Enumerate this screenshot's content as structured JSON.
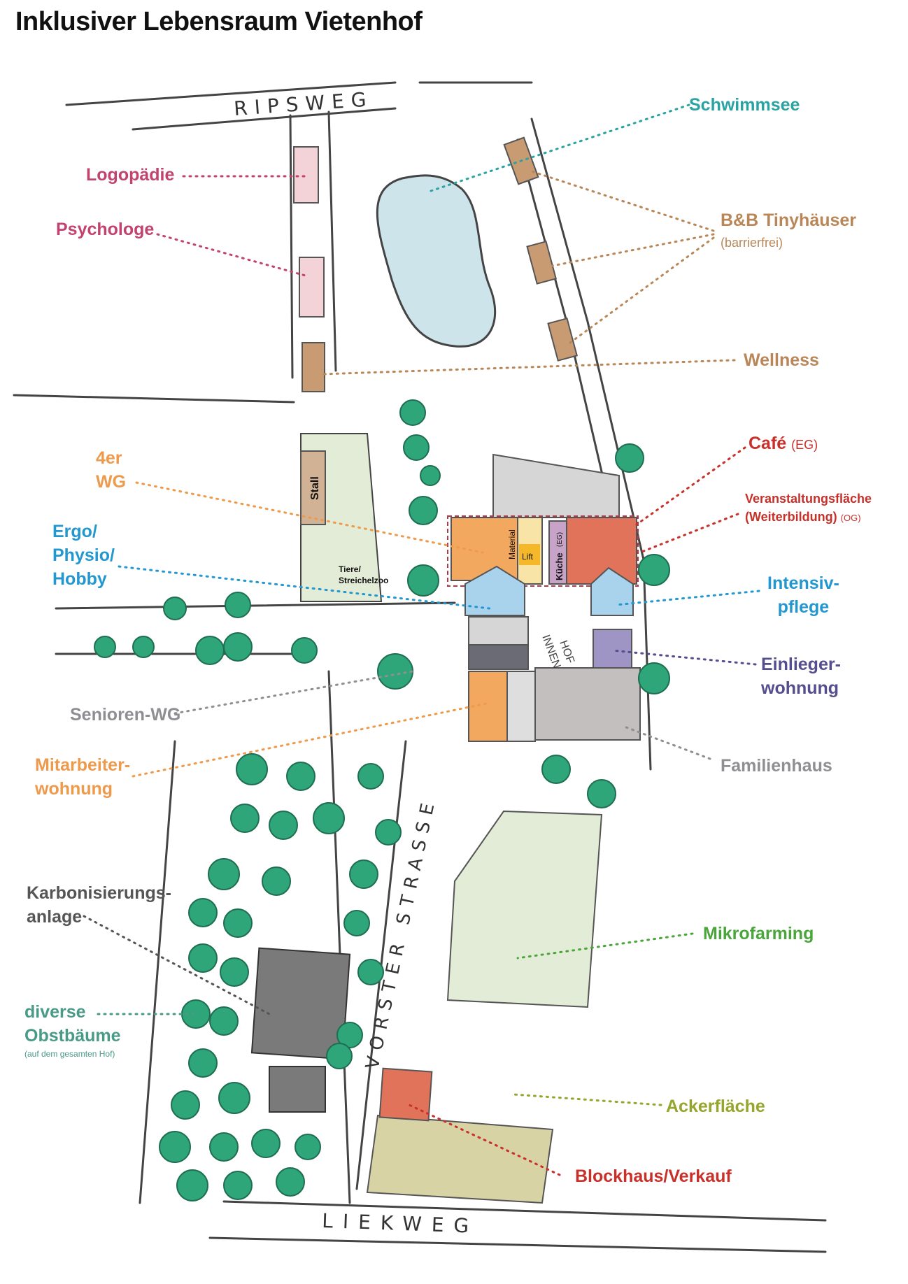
{
  "title": "Inklusiver Lebensraum Vietenhof",
  "streets": {
    "ripsweg": "RIPSWEG",
    "liekweg": "LIEKWEG",
    "vorster_strasse": "VORSTER STRASSE"
  },
  "map_labels": {
    "stall": "Stall",
    "tiere_line1": "Tiere/",
    "tiere_line2": "Streichelzoo",
    "material": "Material",
    "lift": "Lift",
    "kueche": "Küche",
    "kueche_floor": "(EG)",
    "innenhof_line1": "INNEN",
    "innenhof_line2": "HOF"
  },
  "legend": {
    "schwimmsee": "Schwimmsee",
    "logopaedie": "Logopädie",
    "psychologe": "Psychologe",
    "bb_tinyhaeuser": "B&B Tinyhäuser",
    "bb_note": "(barrierfrei)",
    "wellness": "Wellness",
    "cafe": "Café",
    "cafe_floor": "(EG)",
    "veranstaltung_line1": "Veranstaltungsfläche",
    "veranstaltung_line2": "(Weiterbildung)",
    "veranstaltung_floor": "(OG)",
    "wg4_line1": "4er",
    "wg4_line2": "WG",
    "ergo_line1": "Ergo/",
    "ergo_line2": "Physio/",
    "ergo_line3": "Hobby",
    "intensiv_line1": "Intensiv-",
    "intensiv_line2": "pflege",
    "einlieger_line1": "Einlieger-",
    "einlieger_line2": "wohnung",
    "senioren": "Senioren-WG",
    "mitarbeiter_line1": "Mitarbeiter-",
    "mitarbeiter_line2": "wohnung",
    "familienhaus": "Familienhaus",
    "karbon_line1": "Karbonisierungs-",
    "karbon_line2": "anlage",
    "obst_line1": "diverse",
    "obst_line2": "Obstbäume",
    "obst_note": "(auf dem gesamten Hof)",
    "mikrofarming": "Mikrofarming",
    "ackerflaeche": "Ackerfläche",
    "blockhaus": "Blockhaus/Verkauf"
  },
  "colors": {
    "teal": "#2aa3a3",
    "pink": "#c2436f",
    "brown": "#b98757",
    "red": "#c8302a",
    "orange": "#ee9a4d",
    "blue": "#2397cf",
    "purple": "#544e8e",
    "grey": "#8f8f93",
    "darkgrey": "#555555",
    "green_text": "#4aa63a",
    "olive": "#96a52c",
    "tree": "#2fa57a",
    "pond": "#cde4ea",
    "meadow": "#e3ecd6",
    "field": "#d8d3a5",
    "roof_grey": "#d6d6d6"
  }
}
